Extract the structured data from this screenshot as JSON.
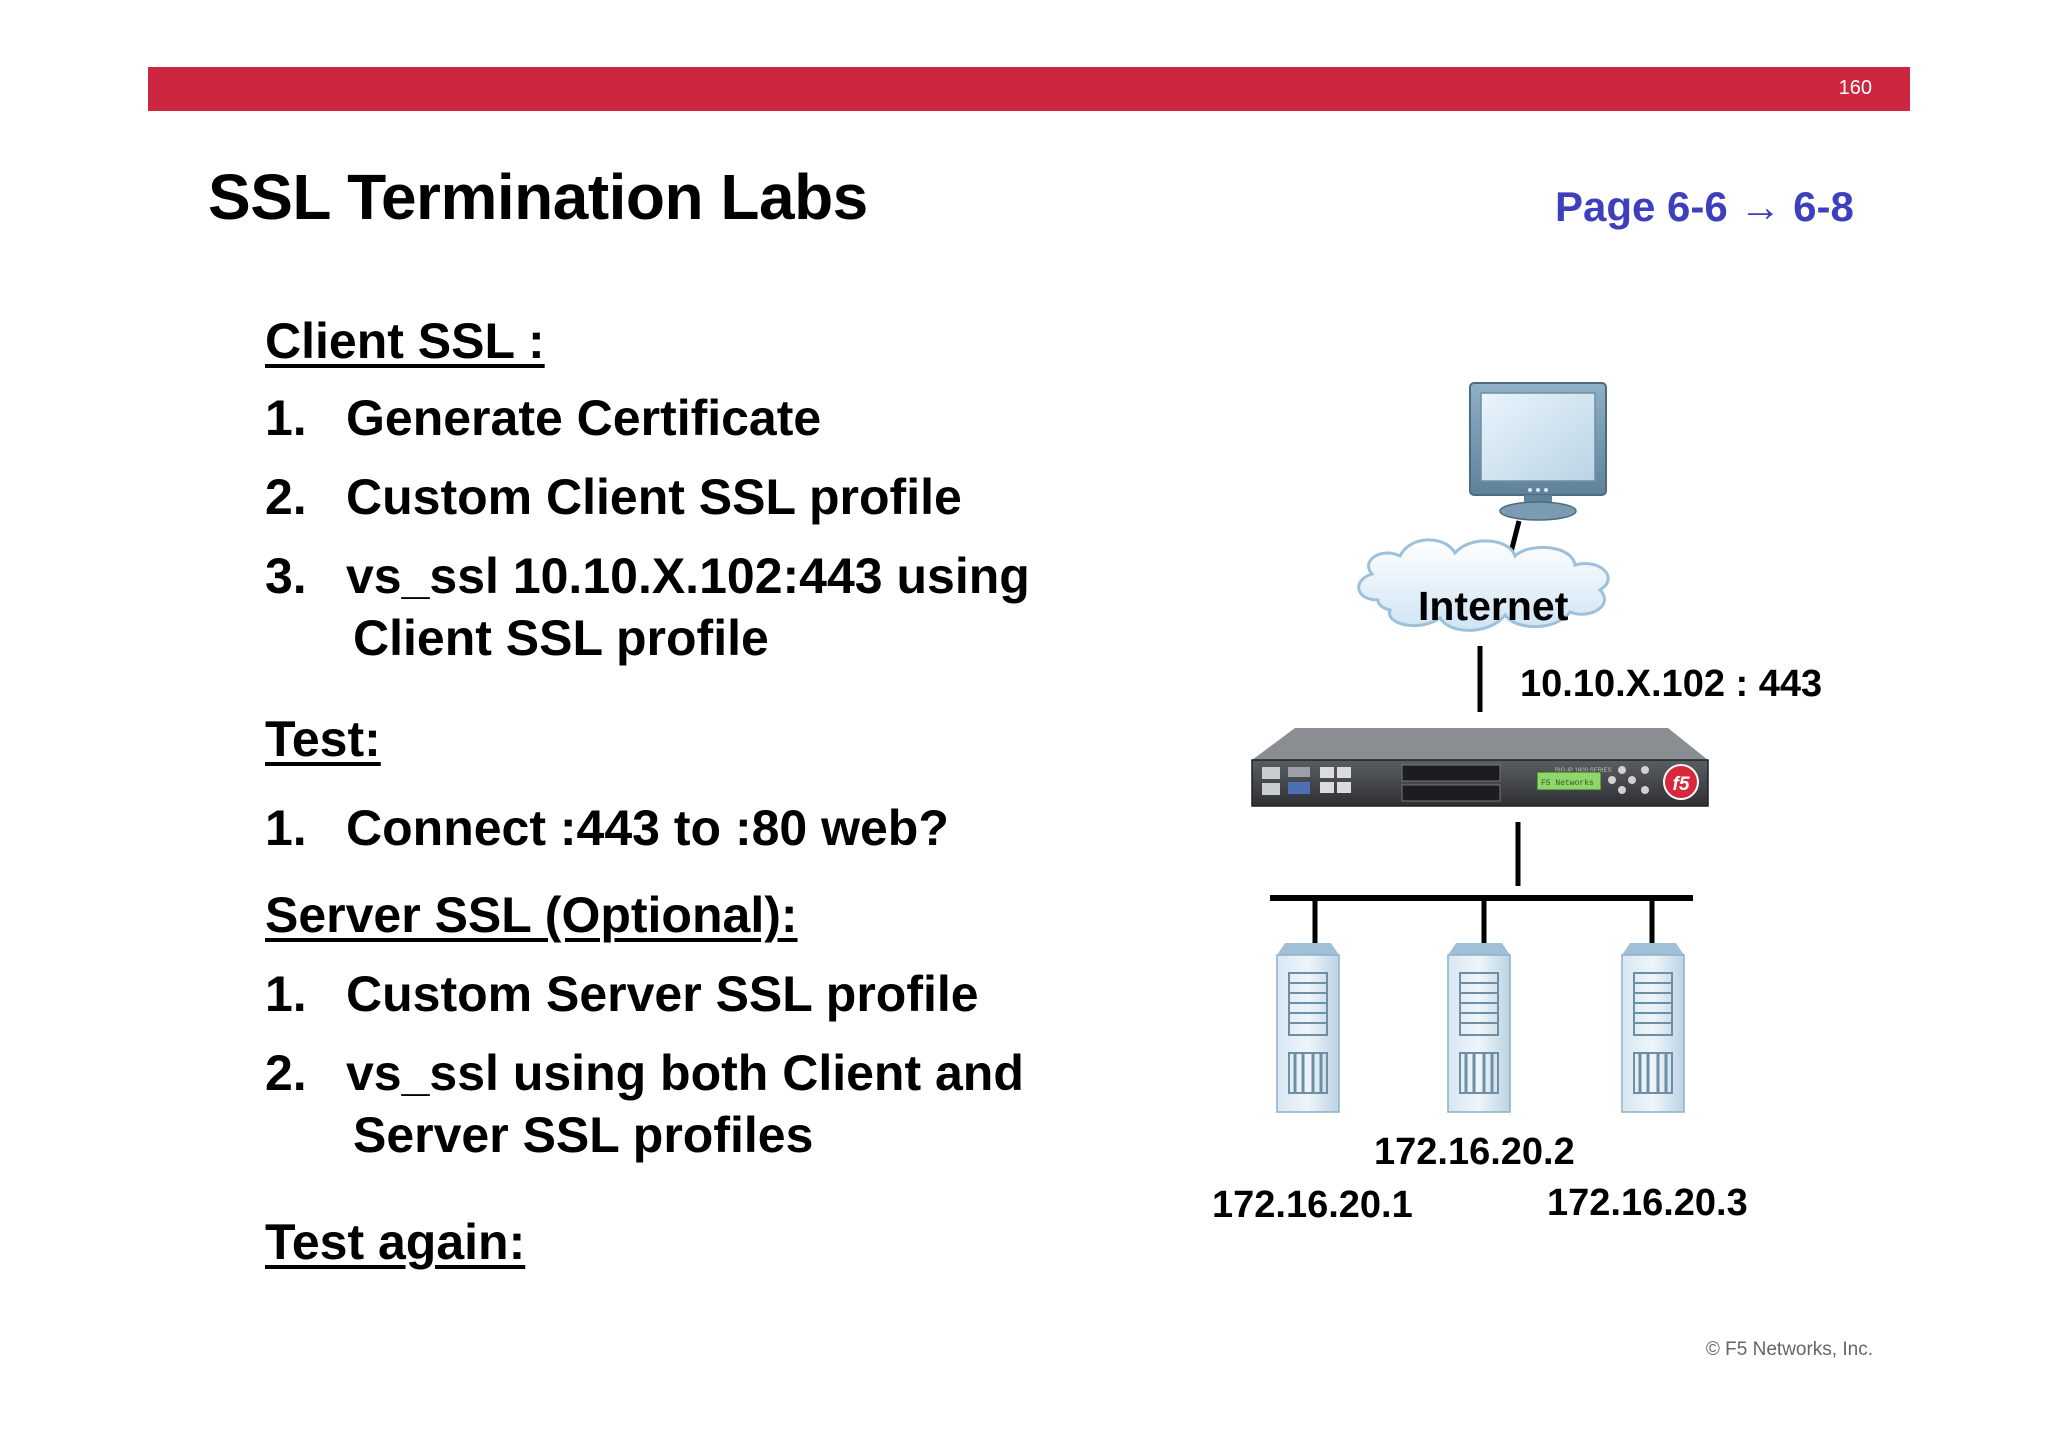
{
  "slide": {
    "page_number": "160",
    "title": "SSL Termination Labs",
    "page_reference": "Page 6-6 → 6-8",
    "copyright": "© F5 Networks, Inc."
  },
  "client_ssl": {
    "heading": "Client SSL :",
    "items": [
      {
        "num": "1.",
        "text": "Generate Certificate"
      },
      {
        "num": "2.",
        "text": "Custom Client SSL profile"
      },
      {
        "num": "3.",
        "text": "vs_ssl 10.10.X.102:443 using",
        "cont": "Client SSL profile"
      }
    ]
  },
  "test": {
    "heading": "Test:",
    "items": [
      {
        "num": "1.",
        "text": "Connect :443 to :80 web?"
      }
    ]
  },
  "server_ssl": {
    "heading": "Server SSL (Optional):",
    "items": [
      {
        "num": "1.",
        "text": "Custom Server SSL profile"
      },
      {
        "num": "2.",
        "text": "vs_ssl using both Client and",
        "cont": "Server SSL profiles"
      }
    ]
  },
  "test_again": {
    "heading": "Test again:"
  },
  "diagram": {
    "cloud_label": "Internet",
    "vip_label": "10.10.X.102 : 443",
    "servers": [
      "172.16.20.1",
      "172.16.20.2",
      "172.16.20.3"
    ],
    "appliance_logo": "f5",
    "appliance_model": "BIG-IP 1600 SERIES",
    "appliance_lcd": "F5 Networks"
  }
}
